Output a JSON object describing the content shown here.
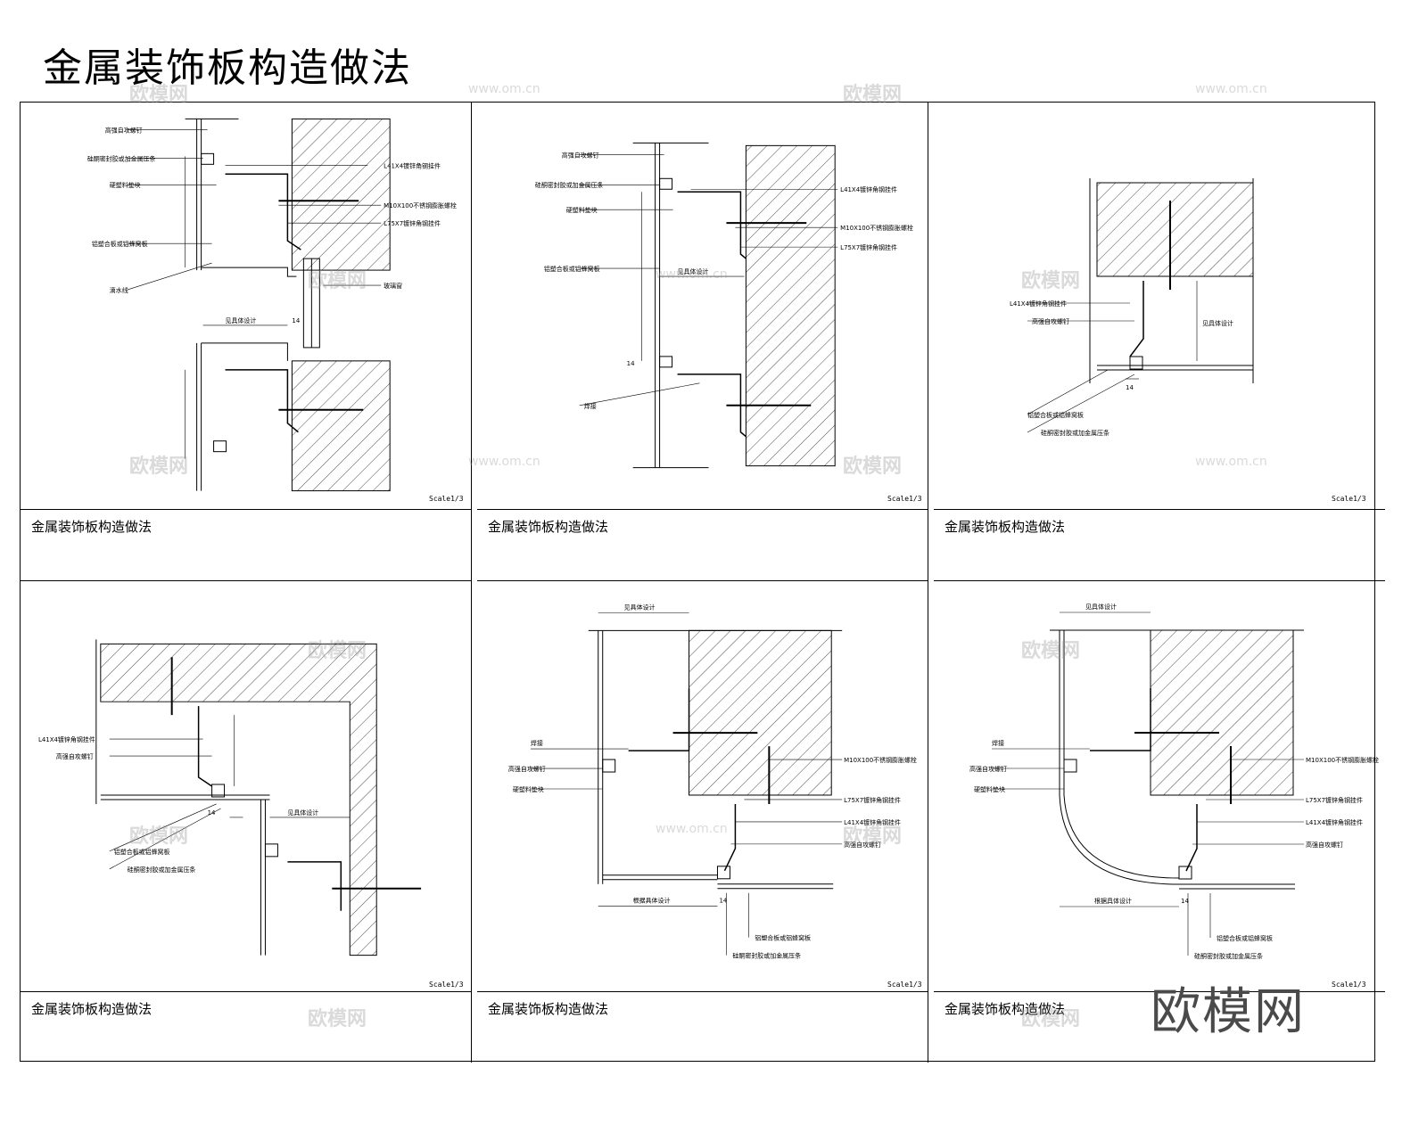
{
  "page_title": "金属装饰板构造做法",
  "brand_logo": "欧模网",
  "watermark": {
    "logo_text": "欧模网",
    "url_text": "www.om.cn"
  },
  "panels": [
    {
      "caption": "金属装饰板构造做法",
      "scale": "Scale1/3",
      "labels": {
        "l1": "高强自攻螺钉",
        "l2": "硅酮密封胶或加金属压条",
        "l3": "硬塑料垫块",
        "l4": "铝塑合板或铝蜂窝板",
        "l5": "滴水线",
        "r1": "L41X4镀锌角钢挂件",
        "r2": "M10X100不锈钢膨胀螺栓",
        "r3": "L75X7镀锌角钢挂件",
        "r4": "玻璃窗",
        "d1": "见具体设计",
        "d2": "14"
      }
    },
    {
      "caption": "金属装饰板构造做法",
      "scale": "Scale1/3",
      "labels": {
        "l1": "高强自攻螺钉",
        "l2": "硅酮密封胶或加金属压条",
        "l3": "硬塑料垫块",
        "l4": "铝塑合板或铝蜂窝板",
        "l5": "焊接",
        "r1": "L41X4镀锌角钢挂件",
        "r2": "M10X100不锈钢膨胀螺栓",
        "r3": "L75X7镀锌角钢挂件",
        "d1": "见具体设计",
        "d2": "14"
      }
    },
    {
      "caption": "金属装饰板构造做法",
      "scale": "Scale1/3",
      "labels": {
        "l1": "L41X4镀锌角钢挂件",
        "l2": "高强自攻螺钉",
        "l3": "铝塑合板或铝蜂窝板",
        "l4": "硅酮密封胶或加金属压条",
        "d1": "见具体设计",
        "d2": "14"
      }
    },
    {
      "caption": "金属装饰板构造做法",
      "scale": "Scale1/3",
      "labels": {
        "l1": "L41X4镀锌角钢挂件",
        "l2": "高强自攻螺钉",
        "l3": "铝塑合板或铝蜂窝板",
        "l4": "硅酮密封胶或加金属压条",
        "d1": "见具体设计",
        "d2": "14"
      }
    },
    {
      "caption": "金属装饰板构造做法",
      "scale": "Scale1/3",
      "labels": {
        "l1": "焊接",
        "l2": "高强自攻螺钉",
        "l3": "硬塑料垫块",
        "r1": "M10X100不锈钢膨胀螺栓",
        "r2": "L75X7镀锌角钢挂件",
        "r3": "L41X4镀锌角钢挂件",
        "r4": "高强自攻螺钉",
        "b1": "铝塑合板或铝蜂窝板",
        "b2": "硅酮密封胶或加金属压条",
        "d1": "见具体设计",
        "d2": "根据具体设计",
        "d3": "14"
      }
    },
    {
      "caption": "金属装饰板构造做法",
      "scale": "Scale1/3",
      "labels": {
        "l1": "焊接",
        "l2": "高强自攻螺钉",
        "l3": "硬塑料垫块",
        "r1": "M10X100不锈钢膨胀螺栓",
        "r2": "L75X7镀锌角钢挂件",
        "r3": "L41X4镀锌角钢挂件",
        "r4": "高强自攻螺钉",
        "b1": "铝塑合板或铝蜂窝板",
        "b2": "硅酮密封胶或加金属压条",
        "d1": "见具体设计",
        "d2": "根据具体设计",
        "d3": "14"
      }
    }
  ]
}
